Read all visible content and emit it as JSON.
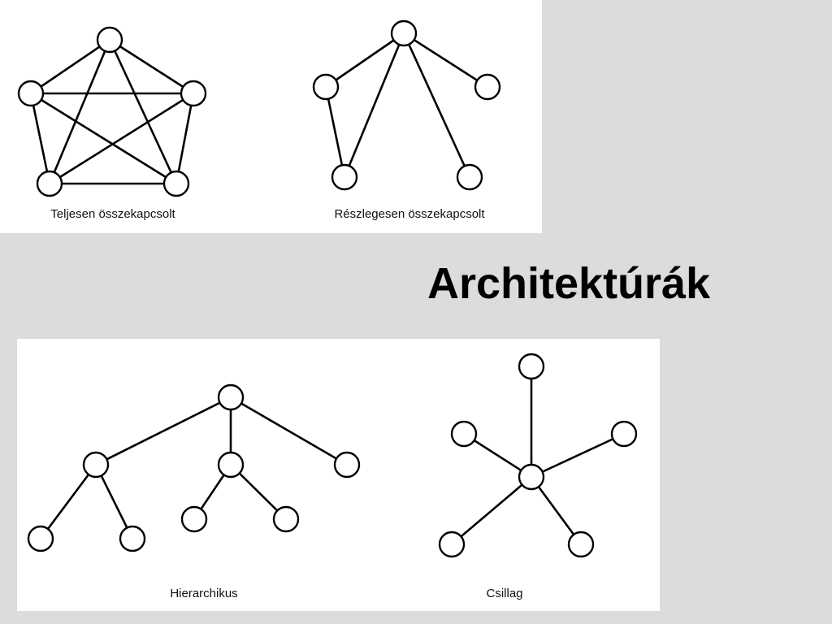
{
  "title": "Architektúrák",
  "diagrams": {
    "fully_connected": {
      "label": "Teljesen összekapcsolt"
    },
    "partially_connected": {
      "label": "Részlegesen összekapcsolt"
    },
    "hierarchical": {
      "label": "Hierarchikus"
    },
    "star": {
      "label": "Csillag"
    }
  }
}
